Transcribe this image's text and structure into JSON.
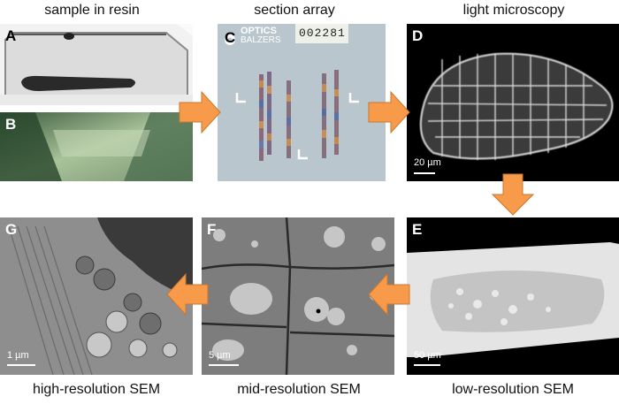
{
  "captions": {
    "top": [
      "sample in resin",
      "section array",
      "light microscopy"
    ],
    "bottom": [
      "high-resolution SEM",
      "mid-resolution SEM",
      "low-resolution SEM"
    ]
  },
  "panels": {
    "A": {
      "label": "A"
    },
    "B": {
      "label": "B"
    },
    "C": {
      "label": "C",
      "slide_text_1": "OPTICS",
      "slide_text_2": "BALZERS",
      "slide_number": "002281"
    },
    "D": {
      "label": "D",
      "scale_bar": "20 µm"
    },
    "E": {
      "label": "E",
      "scale_bar": "50 µm"
    },
    "F": {
      "label": "F",
      "scale_bar": "5 µm"
    },
    "G": {
      "label": "G",
      "scale_bar": "1 µm"
    }
  },
  "colors": {
    "arrow": "#f79a4a",
    "arrow_stroke": "#c9772f"
  }
}
